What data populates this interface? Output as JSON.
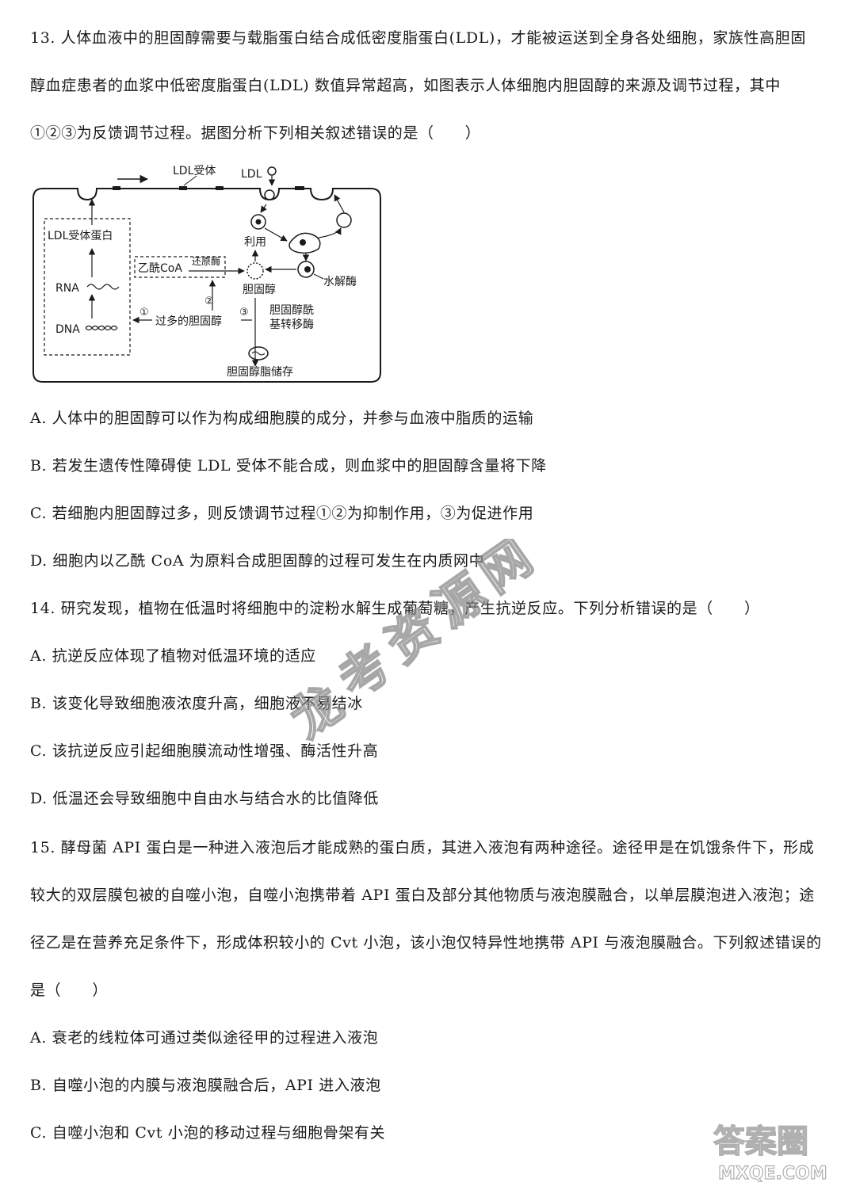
{
  "q13": {
    "line1": "13. 人体血液中的胆固醇需要与载脂蛋白结合成低密度脂蛋白(LDL)，才能被运送到全身各处细胞，家族性高胆固",
    "line2": "醇血症患者的血浆中低密度脂蛋白(LDL) 数值异常超高，如图表示人体细胞内胆固醇的来源及调节过程，其中",
    "line3": "①②③为反馈调节过程。据图分析下列相关叙述错误的是（　　）",
    "diagram": {
      "ldl_receptor": "LDL受体",
      "ldl": "LDL",
      "receptor_protein": "LDL受体蛋白",
      "rna": "RNA",
      "dna": "DNA",
      "acetyl_coa": "乙酰CoA",
      "reductase": "还原酶",
      "use": "利用",
      "cholesterol": "胆固醇",
      "hydrolase": "水解酶",
      "excess_cholesterol": "过多的胆固醇",
      "acyltransferase_1": "胆固醇酰",
      "acyltransferase_2": "基转移酶",
      "ester_storage": "胆固醇脂储存",
      "n1": "①",
      "n2": "②",
      "n3": "③"
    },
    "options": [
      "A. 人体中的胆固醇可以作为构成细胞膜的成分，并参与血液中脂质的运输",
      "B. 若发生遗传性障碍使 LDL 受体不能合成，则血浆中的胆固醇含量将下降",
      "C. 若细胞内胆固醇过多，则反馈调节过程①②为抑制作用，③为促进作用",
      "D. 细胞内以乙酰 CoA 为原料合成胆固醇的过程可发生在内质网中"
    ]
  },
  "q14": {
    "stem": "14. 研究发现，植物在低温时将细胞中的淀粉水解生成葡萄糖，产生抗逆反应。下列分析错误的是（　　）",
    "options": [
      "A. 抗逆反应体现了植物对低温环境的适应",
      "B. 该变化导致细胞液浓度升高，细胞液不易结冰",
      "C. 该抗逆反应引起细胞膜流动性增强、酶活性升高",
      "D. 低温还会导致细胞中自由水与结合水的比值降低"
    ]
  },
  "q15": {
    "line1": "15. 酵母菌 API 蛋白是一种进入液泡后才能成熟的蛋白质，其进入液泡有两种途径。途径甲是在饥饿条件下，形成",
    "line2": "较大的双层膜包被的自噬小泡，自噬小泡携带着 API 蛋白及部分其他物质与液泡膜融合，以单层膜泡进入液泡；途",
    "line3": "径乙是在营养充足条件下，形成体积较小的 Cvt 小泡，该小泡仅特异性地携带 API 与液泡膜融合。下列叙述错误的",
    "line4": "是（　　）",
    "options": [
      "A. 衰老的线粒体可通过类似途径甲的过程进入液泡",
      "B. 自噬小泡的内膜与液泡膜融合后，API 进入液泡",
      "C. 自噬小泡和 Cvt 小泡的移动过程与细胞骨架有关"
    ]
  },
  "watermark": "龙考资源网",
  "corner_logo": {
    "text": "答案圈",
    "url_text": "MXQE.COM"
  }
}
